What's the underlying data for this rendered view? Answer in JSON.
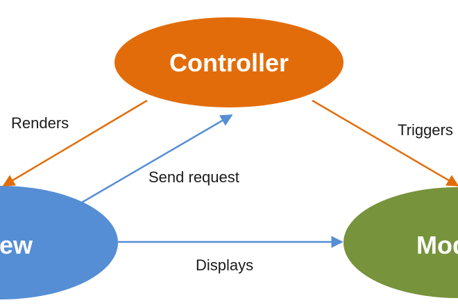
{
  "diagram": {
    "nodes": {
      "controller": {
        "label": "Controller",
        "color": "#e36c0a"
      },
      "view": {
        "label": "View",
        "color": "#558ed5"
      },
      "model": {
        "label": "Model",
        "color": "#77933c"
      }
    },
    "edges": {
      "renders": {
        "label": "Renders",
        "color": "#e36c0a"
      },
      "triggers": {
        "label": "Triggers",
        "color": "#e36c0a"
      },
      "send_request": {
        "label": "Send request",
        "color": "#558ed5"
      },
      "displays": {
        "label": "Displays",
        "color": "#558ed5"
      }
    }
  }
}
